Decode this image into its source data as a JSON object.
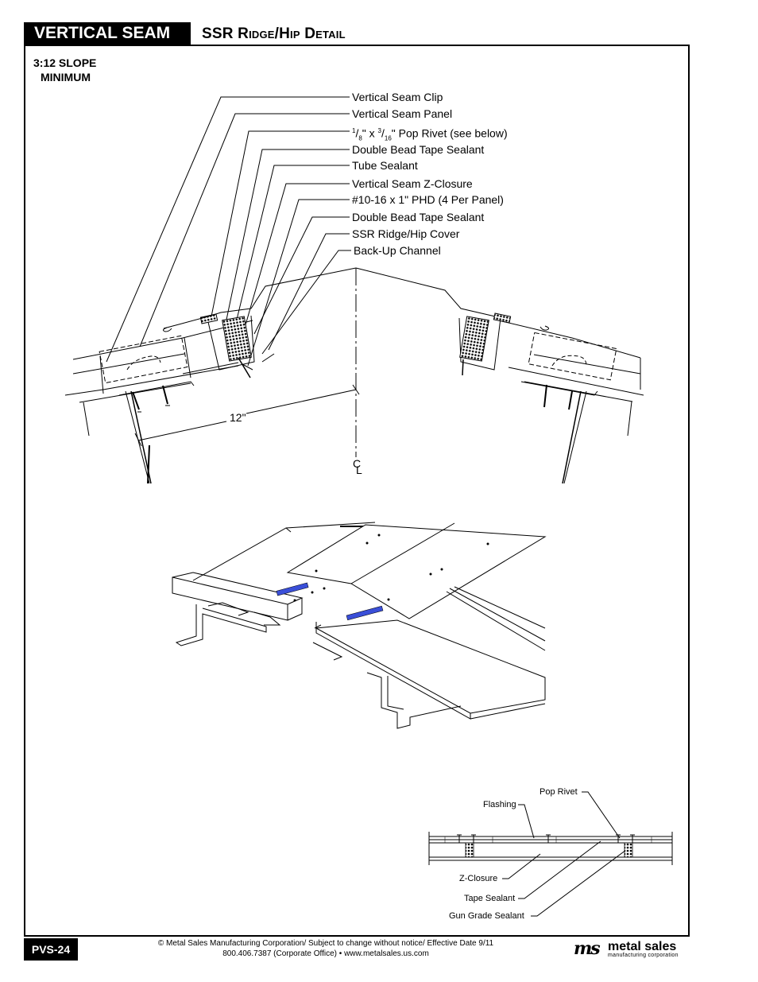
{
  "header": {
    "product": "VERTICAL SEAM",
    "detail_title": "SSR Ridge/Hip Detail"
  },
  "slope_note": {
    "line1": "3:12 SLOPE",
    "line2": "MINIMUM"
  },
  "callouts": [
    "Vertical Seam Clip",
    "Vertical Seam Panel",
    "Double Bead Tape Sealant",
    "Tube Sealant",
    "Vertical Seam Z-Closure",
    "#10-16 x 1\" PHD (4 Per Panel)",
    "Double Bead Tape Sealant",
    "SSR Ridge/Hip Cover",
    "Back-Up Channel"
  ],
  "rivet_callout": {
    "num1": "1",
    "den1": "8",
    "mid": "\" x ",
    "num2": "3",
    "den2": "16",
    "tail": "\" Pop Rivet (see below)"
  },
  "dimension": "12\"",
  "centerline": {
    "top": "C",
    "bottom": "L"
  },
  "section_labels": {
    "pop_rivet": "Pop Rivet",
    "flashing": "Flashing",
    "z_closure": "Z-Closure",
    "tape_sealant": "Tape Sealant",
    "gun_grade": "Gun Grade Sealant"
  },
  "footer": {
    "page_id": "PVS-24",
    "line1": "© Metal Sales Manufacturing Corporation/ Subject to change without notice/ Effective Date 9/11",
    "line2": "800.406.7387 (Corporate Office) • www.metalsales.us.com"
  },
  "logo": {
    "mark": "ms",
    "name": "metal sales",
    "sub": "manufacturing corporation"
  }
}
